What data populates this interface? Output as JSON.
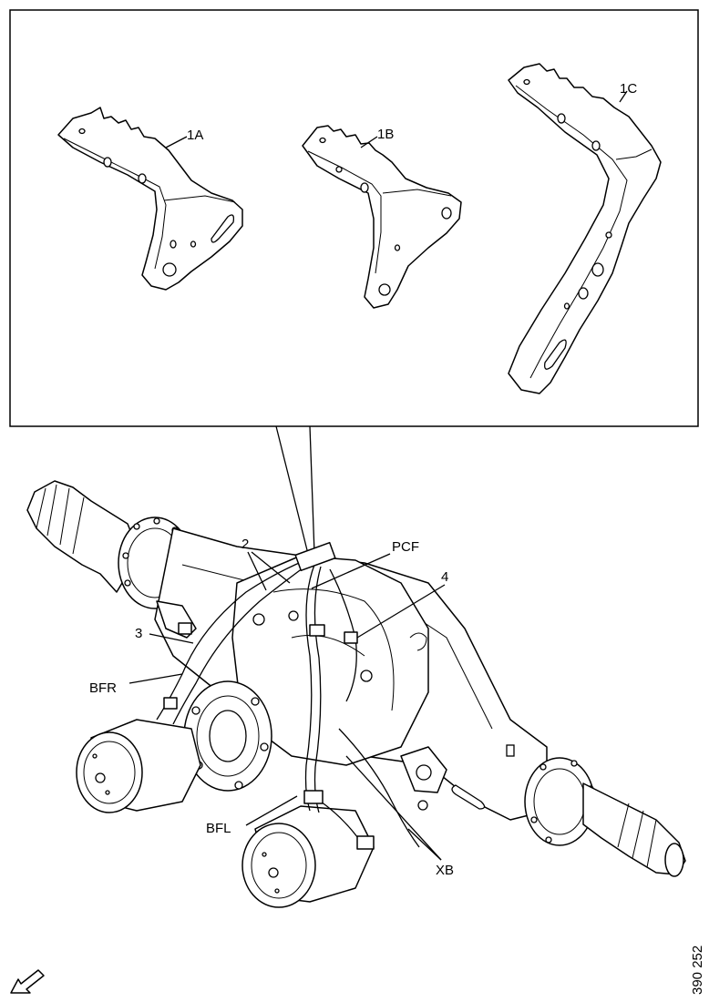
{
  "labels": {
    "bracket_1a": "1A",
    "bracket_1b": "1B",
    "bracket_1c": "1C",
    "callout_2": "2",
    "callout_3": "3",
    "callout_4": "4",
    "pcf": "PCF",
    "bfr": "BFR",
    "bfl": "BFL",
    "xb": "XB"
  },
  "figure_number": "390 252"
}
